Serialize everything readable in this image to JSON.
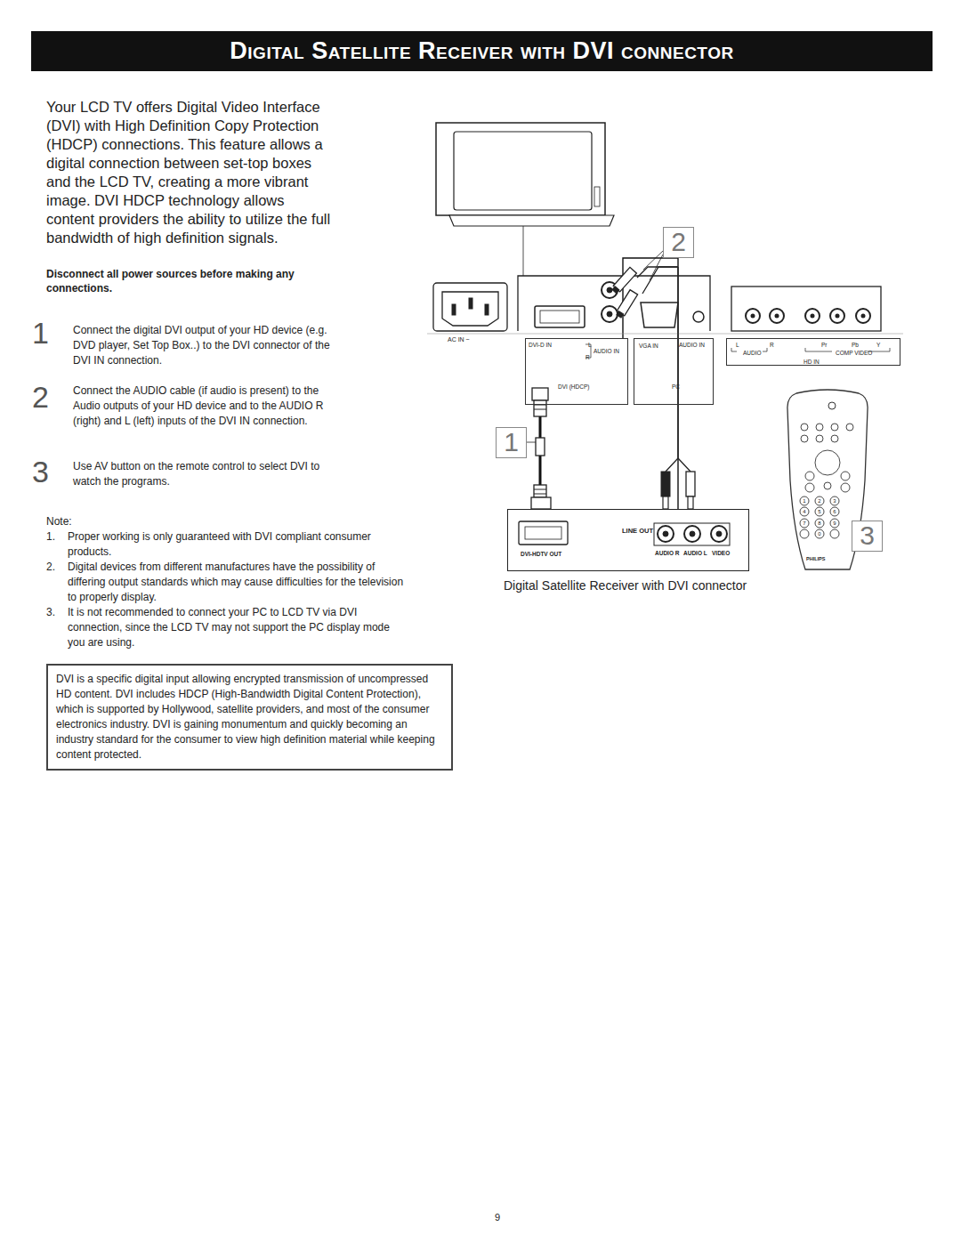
{
  "diagram": {
    "title": "Digital Satellite Receiver with DVI connector",
    "caption": "Digital Satellite Receiver with DVI connector",
    "nodes": [
      {
        "text": [
          "DVI-D IN",
          "L",
          "AUDIO IN",
          "R",
          "DVI (HDCP)"
        ]
      },
      {
        "text": [
          "VGA IN",
          "AUDIO IN",
          "PC"
        ]
      },
      {
        "text": [
          "L",
          "R",
          "Pr",
          "Pb",
          "Y",
          "AUDIO",
          "COMP VIDEO",
          "HD IN"
        ]
      },
      {
        "text": [
          "LINE OUT",
          "AUDIO R",
          "AUDIO L",
          "VIDEO",
          "DVI-HDTV OUT"
        ]
      },
      {
        "text": [
          "DVI is a specific digital input allowing encrypted transmission of uncompressed HD content. DVI includes HDCP (High-Bandwidth Digital Content Protection), which is supported by Hollywood, satellite providers, and most of the consumer electronics industry. DVI is gaining monumentum and quickly becoming an industry standard for the consumer to view high definition material while keeping content protected."
        ]
      },
      {
        "text": [
          "2"
        ]
      },
      {
        "text": [
          "1"
        ]
      },
      {
        "text": [
          "3"
        ]
      }
    ],
    "edges": [
      {
        "from": 3,
        "to": 0,
        "arrow": "none"
      },
      {
        "from": 3,
        "to": 0,
        "arrow": "none"
      }
    ],
    "labels": [
      "Your LCD TV offers Digital Video Interface (DVI) with High Definition Copy Protection (HDCP) connections. This feature allows a digital connection between set-top boxes and the LCD TV, creating a more vibrant image. DVI HDCP technology allows content providers the ability to utilize the full bandwidth of high definition signals.",
      "Disconnect all power sources before making any connections.",
      "1",
      "Connect the digital DVI output of your HD device (e.g. DVD player, Set Top Box..) to the DVI connector of the DVI IN connection.",
      "2",
      "Connect the AUDIO cable (if audio is present) to the Audio outputs of your HD device and to the AUDIO R (right) and L (left) inputs of the DVI IN connection.",
      "3",
      "Use AV button on the remote control to select DVI to watch the programs.",
      "Note:",
      "1.",
      "Proper working is only guaranteed with DVI compliant consumer products.",
      "2.",
      "Digital devices from different manufactures have the possibility of differing output standards which may cause difficulties for the television to properly display.",
      "3.",
      "It is not recommended to connect your PC to LCD TV via DVI connection, since the LCD TV may not support the PC display mode you are using.",
      "AC IN ~",
      "PHILIPS",
      "1",
      "2",
      "3",
      "4",
      "5",
      "6",
      "7",
      "8",
      "9",
      "0",
      "9"
    ]
  }
}
